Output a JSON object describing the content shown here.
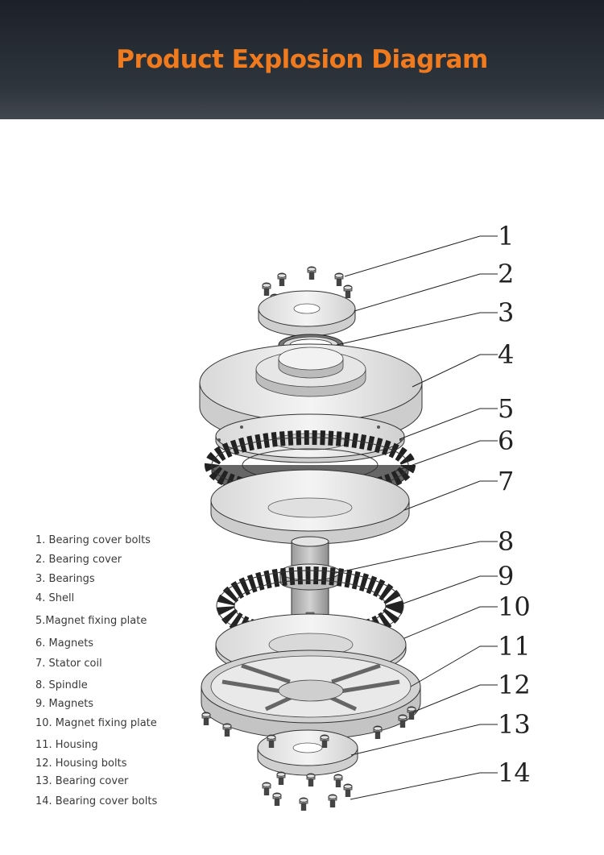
{
  "banner": {
    "title": "Product Explosion Diagram",
    "title_color": "#f07a1e",
    "background_color": "#262b33"
  },
  "callouts": [
    "1",
    "2",
    "3",
    "4",
    "5",
    "6",
    "7",
    "8",
    "9",
    "10",
    "11",
    "12",
    "13",
    "14"
  ],
  "legend": [
    "1. Bearing cover bolts",
    "2. Bearing cover",
    "3. Bearings",
    "4. Shell",
    "5.Magnet fixing plate",
    "6. Magnets",
    "7. Stator coil",
    "8. Spindle",
    "9. Magnets",
    "10. Magnet fixing plate",
    "11. Housing",
    "12. Housing bolts",
    "13. Bearing cover",
    "14. Bearing cover bolts"
  ]
}
